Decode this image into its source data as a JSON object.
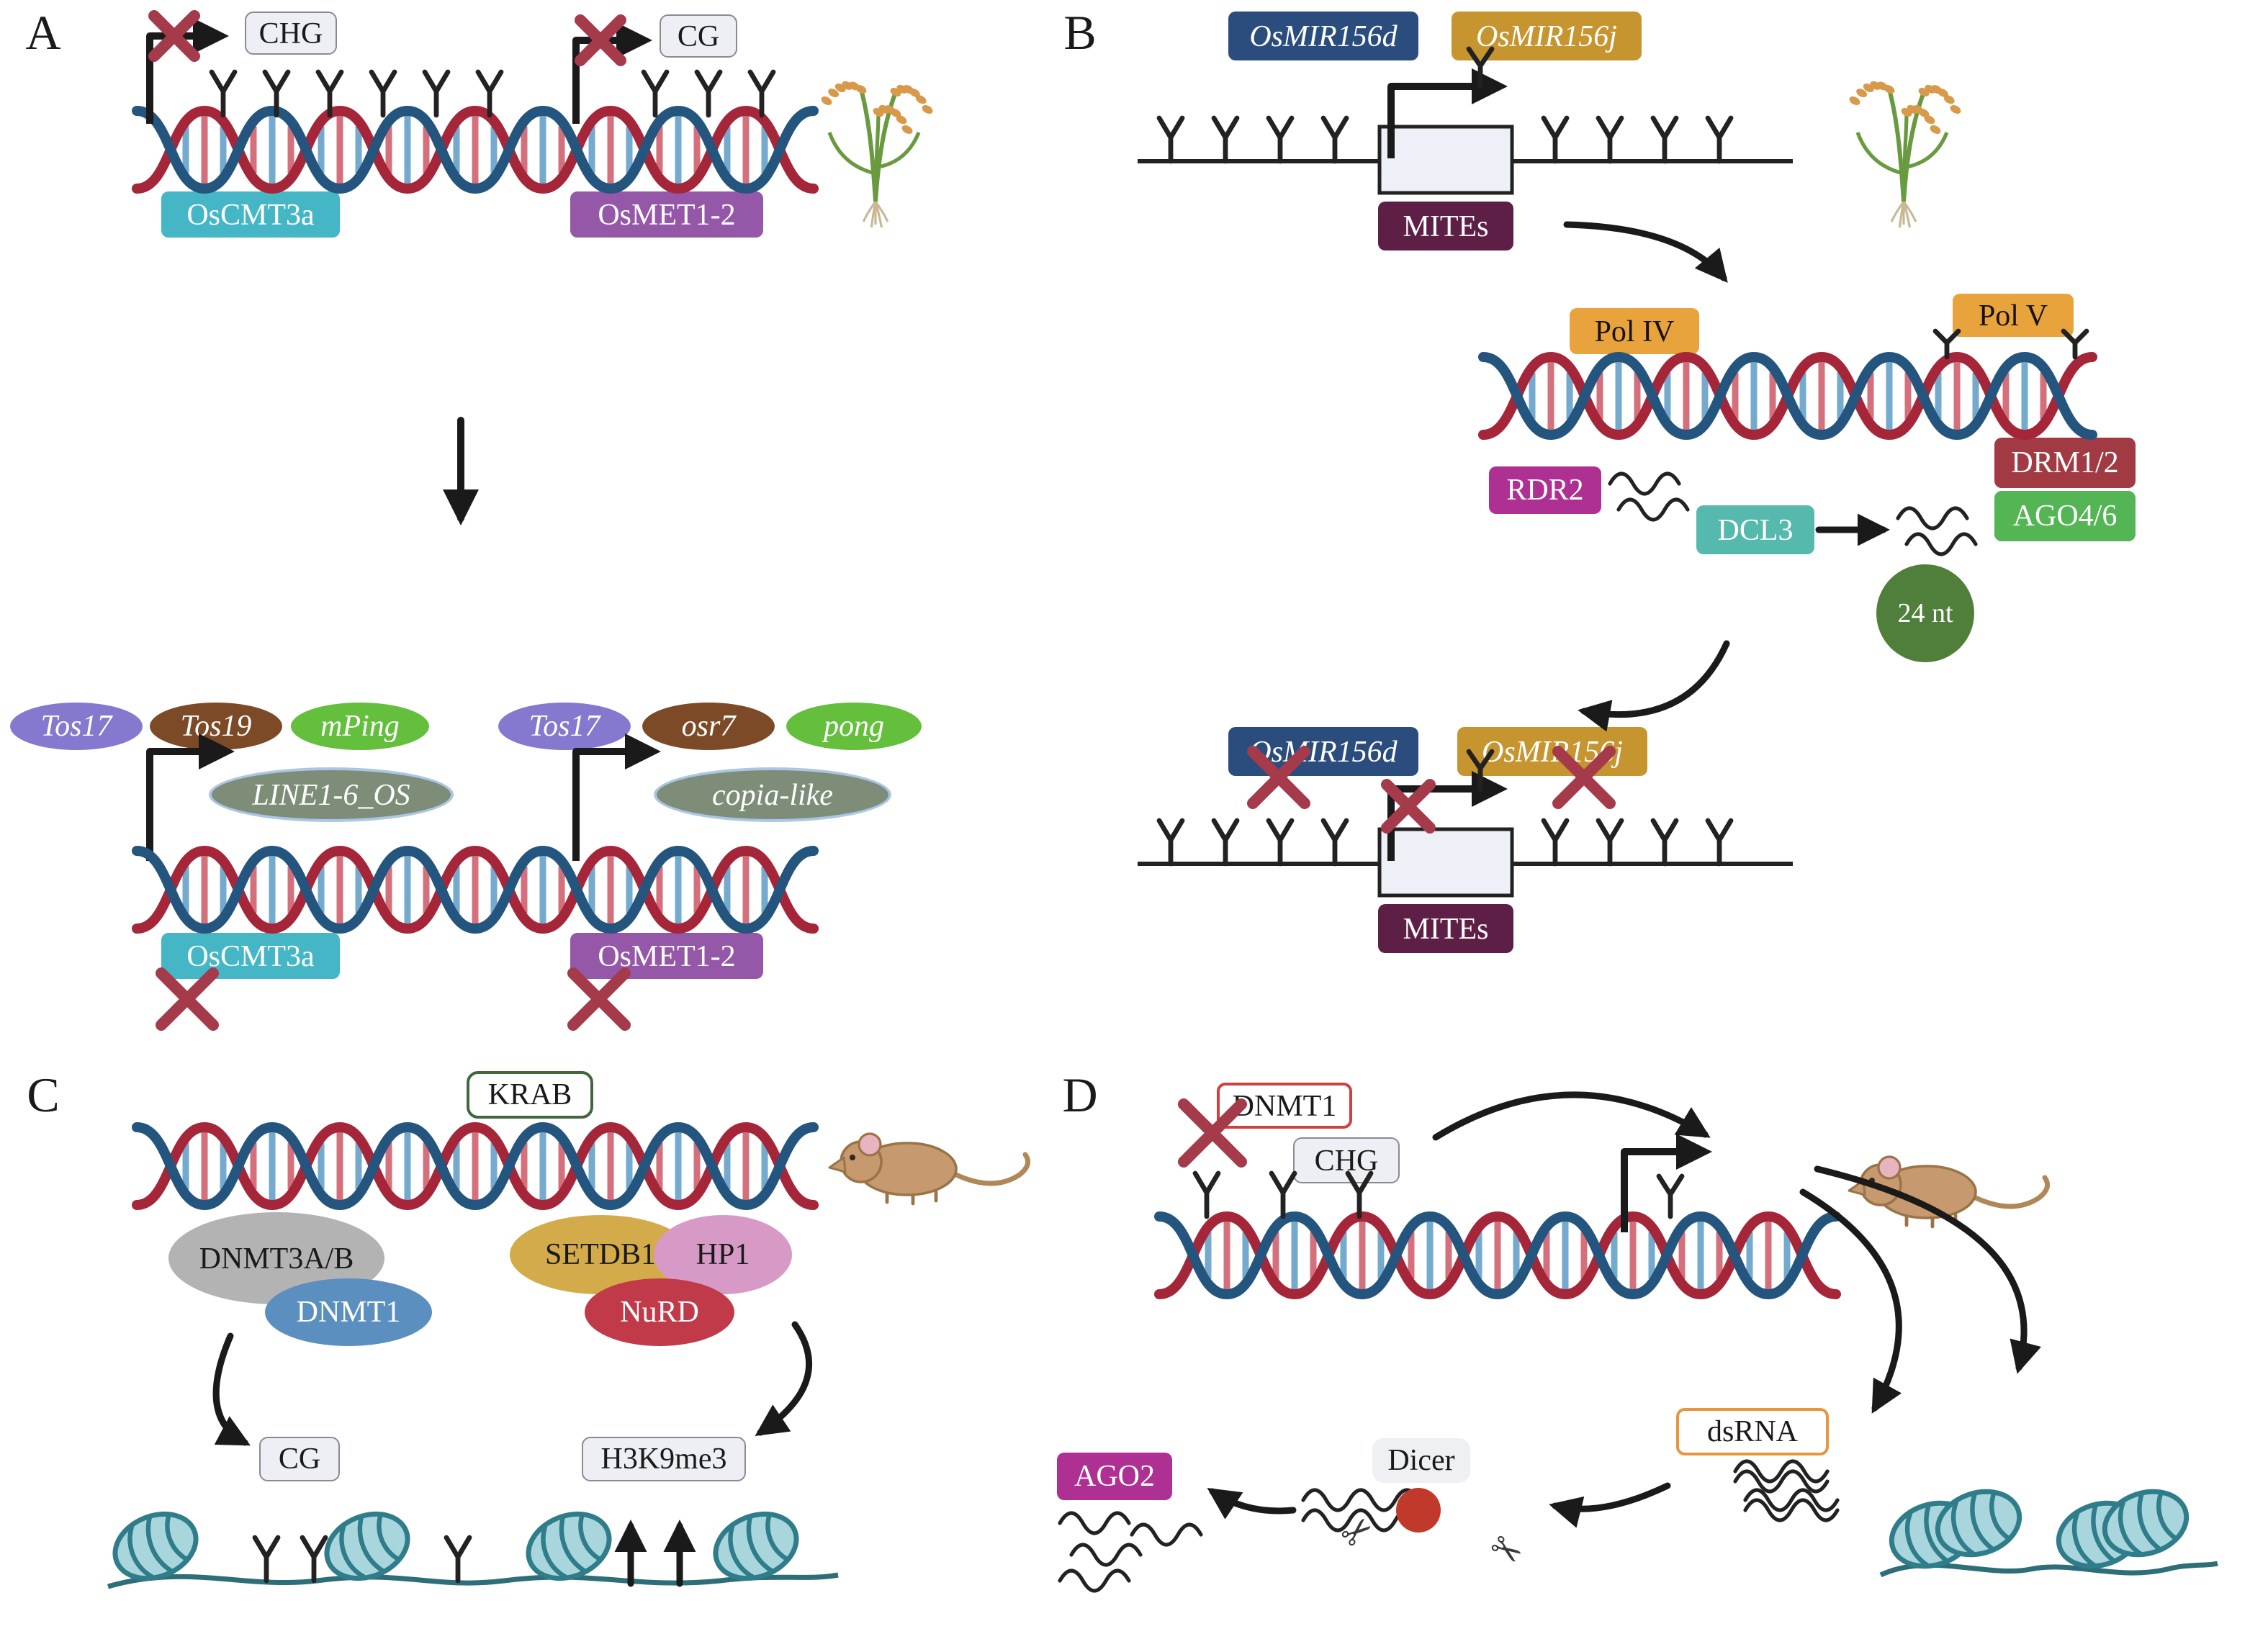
{
  "figure": {
    "panels": {
      "a": {
        "label": "A",
        "chg": "CHG",
        "cg": "CG",
        "oscmt3a": "OsCMT3a",
        "osmet1_2": "OsMET1-2",
        "transposons": {
          "tos17": "Tos17",
          "tos19": "Tos19",
          "mping": "mPing",
          "line1_6_os": "LINE1-6_OS",
          "osr7": "osr7",
          "pong": "pong",
          "copia_like": "copia-like"
        }
      },
      "b": {
        "label": "B",
        "osmir156d": "OsMIR156d",
        "osmir156j": "OsMIR156j",
        "mites": "MITEs",
        "pol_iv": "Pol IV",
        "pol_v": "Pol V",
        "drm1_2": "DRM1/2",
        "ago4_6": "AGO4/6",
        "rdr2": "RDR2",
        "dcl3": "DCL3",
        "nt24": "24 nt"
      },
      "c": {
        "label": "C",
        "krab": "KRAB",
        "dnmt3ab": "DNMT3A/B",
        "dnmt1": "DNMT1",
        "setdb1": "SETDB1",
        "hp1": "HP1",
        "nurd": "NuRD",
        "cg": "CG",
        "h3k9me3": "H3K9me3"
      },
      "d": {
        "label": "D",
        "dnmt1": "DNMT1",
        "chg": "CHG",
        "dsrna": "dsRNA",
        "dicer": "Dicer",
        "ago2": "AGO2"
      }
    },
    "icons": {
      "scissors": "✂"
    },
    "colors": {
      "dna_strand_blue": "#24557e",
      "dna_strand_red": "#a62639",
      "rung_blue": "#74aacd",
      "rung_red": "#d4707c",
      "teal_label": "#45b6c6",
      "purple_label": "#9557a8",
      "navy_label": "#2b4d7e",
      "gold_label": "#c6952f",
      "maroon_label": "#5e1f47",
      "orange_label": "#e8a33d",
      "dark_red_label": "#a13a42",
      "green_label": "#53b553",
      "magenta_label": "#ad3092",
      "teal2_label": "#56b9ae",
      "dark_green_circle": "#4f7f3b",
      "red_x": "#a53b4a",
      "nucleosome_teal": "#a9d6dc",
      "chromatin_line": "#2e6e78"
    }
  }
}
